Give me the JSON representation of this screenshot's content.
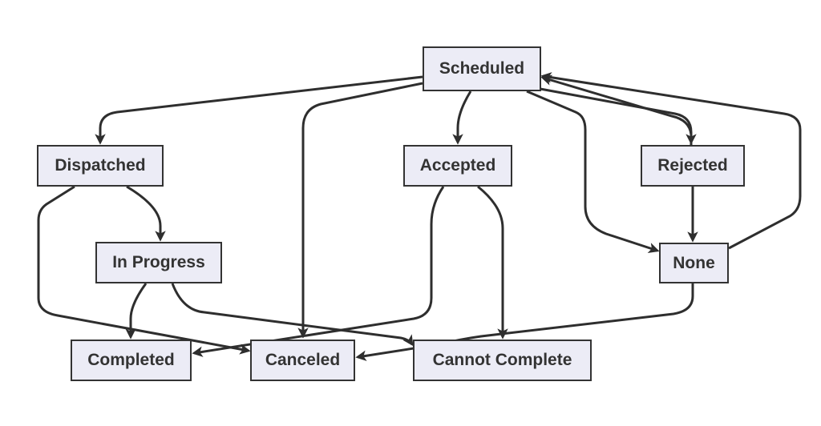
{
  "diagram": {
    "nodes": {
      "scheduled": "Scheduled",
      "dispatched": "Dispatched",
      "accepted": "Accepted",
      "rejected": "Rejected",
      "in_progress": "In Progress",
      "none": "None",
      "completed": "Completed",
      "canceled": "Canceled",
      "cannot_complete": "Cannot Complete"
    },
    "edges": [
      {
        "from": "Scheduled",
        "to": "Dispatched"
      },
      {
        "from": "Scheduled",
        "to": "Canceled"
      },
      {
        "from": "Scheduled",
        "to": "Accepted"
      },
      {
        "from": "Scheduled",
        "to": "Rejected"
      },
      {
        "from": "Scheduled",
        "to": "None"
      },
      {
        "from": "Dispatched",
        "to": "In Progress"
      },
      {
        "from": "Dispatched",
        "to": "Canceled"
      },
      {
        "from": "Accepted",
        "to": "Completed"
      },
      {
        "from": "Accepted",
        "to": "Cannot Complete"
      },
      {
        "from": "Rejected",
        "to": "None"
      },
      {
        "from": "Rejected",
        "to": "Scheduled"
      },
      {
        "from": "None",
        "to": "Scheduled"
      },
      {
        "from": "None",
        "to": "Canceled"
      },
      {
        "from": "In Progress",
        "to": "Completed"
      },
      {
        "from": "In Progress",
        "to": "Cannot Complete"
      }
    ],
    "colors": {
      "node_fill": "#ececf6",
      "node_border": "#333333",
      "edge": "#2e2e2e",
      "text": "#333333"
    }
  }
}
